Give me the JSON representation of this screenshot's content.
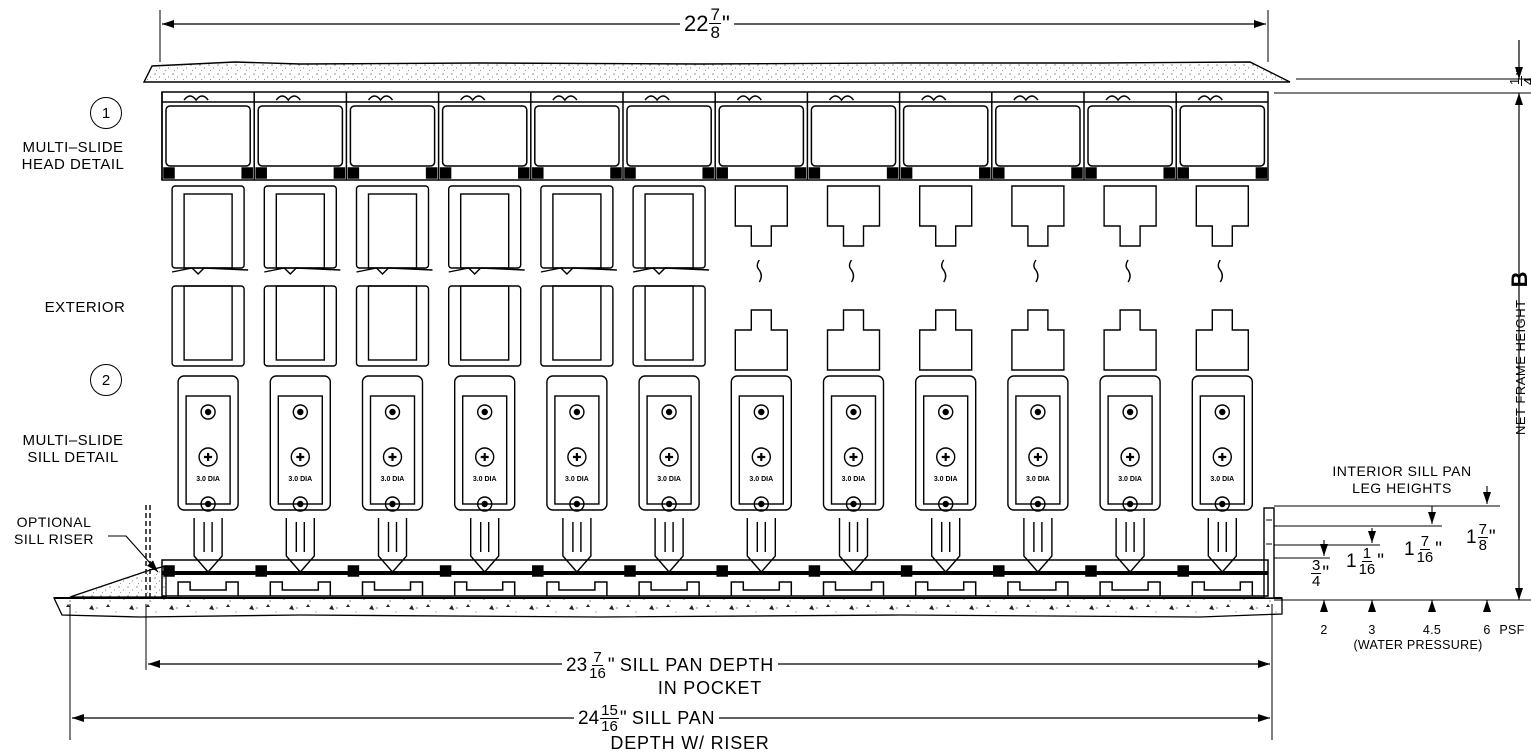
{
  "labels": {
    "detail1_num": "1",
    "detail1_name": "MULTI–SLIDE\nHEAD DETAIL",
    "exterior": "EXTERIOR",
    "detail2_num": "2",
    "detail2_name": "MULTI–SLIDE\nSILL DETAIL",
    "optional_riser": "OPTIONAL\nSILL RISER",
    "interior_legs": "INTERIOR SILL PAN\nLEG HEIGHTS",
    "net_frame_height": "NET FRAME HEIGHT",
    "dim_b": "B",
    "screw_dia": "3.0 DIA"
  },
  "dimensions": {
    "overall_width": {
      "whole": "22",
      "num": "7",
      "den": "8",
      "unit": "\""
    },
    "top_gap": {
      "whole": "",
      "num": "1",
      "den": "4",
      "unit": "\""
    },
    "sill_pan_depth": {
      "whole": "23",
      "num": "7",
      "den": "16",
      "unit": "\"",
      "text": "SILL PAN DEPTH",
      "text2": "IN POCKET"
    },
    "sill_pan_riser": {
      "whole": "24",
      "num": "15",
      "den": "16",
      "unit": "\"",
      "text": "SILL PAN",
      "text2": "DEPTH W/ RISER"
    }
  },
  "leg_heights": [
    {
      "whole": "",
      "num": "3",
      "den": "4",
      "unit": "\"",
      "pressure": "2"
    },
    {
      "whole": "1",
      "num": "1",
      "den": "16",
      "unit": "\"",
      "pressure": "3"
    },
    {
      "whole": "1",
      "num": "7",
      "den": "16",
      "unit": "\"",
      "pressure": "4.5"
    },
    {
      "whole": "1",
      "num": "7",
      "den": "8",
      "unit": "\"",
      "pressure": "6"
    }
  ],
  "pressure_unit": "PSF",
  "pressure_caption": "(WATER PRESSURE)",
  "panel_count": 12
}
